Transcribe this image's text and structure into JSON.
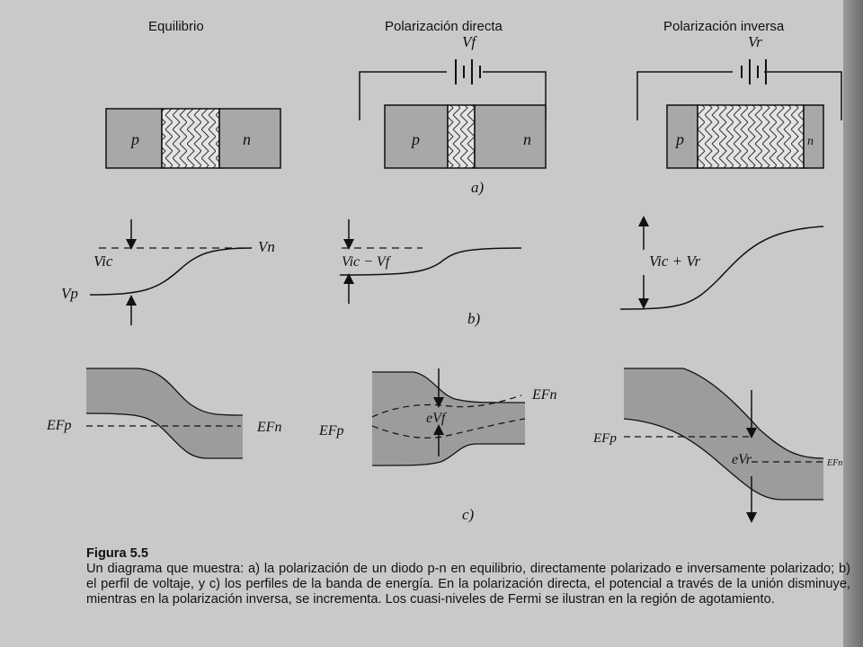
{
  "panel_titles": {
    "equilibrium": "Equilibrio",
    "forward": "Polarización directa",
    "reverse": "Polarización inversa"
  },
  "voltages": {
    "forward": "Vf",
    "reverse": "Vr"
  },
  "regions": {
    "p": "p",
    "n": "n"
  },
  "row_labels": {
    "a": "a)",
    "b": "b)",
    "c": "c)"
  },
  "voltage_profile": {
    "vn": "Vn",
    "vp": "Vp",
    "vic": "Vic",
    "vic_minus_vf": "Vic − Vf",
    "vic_plus_vr": "Vic + Vr"
  },
  "band_labels": {
    "efp": "EFp",
    "efn": "EFn",
    "evf": "eVf",
    "evr": "eVr"
  },
  "caption": {
    "title": "Figura 5.5",
    "text": "Un diagrama que muestra: a) la polarización de un diodo p-n en equilibrio, directamente polarizado e inversamente polarizado; b) el perfil de voltaje, y c) los perfiles de la banda de energía. En la polarización directa, el potencial a través de la unión disminuye, mientras en la polarización inversa, se incrementa. Los cuasi-niveles de Fermi se ilustran en la región de agotamiento."
  }
}
